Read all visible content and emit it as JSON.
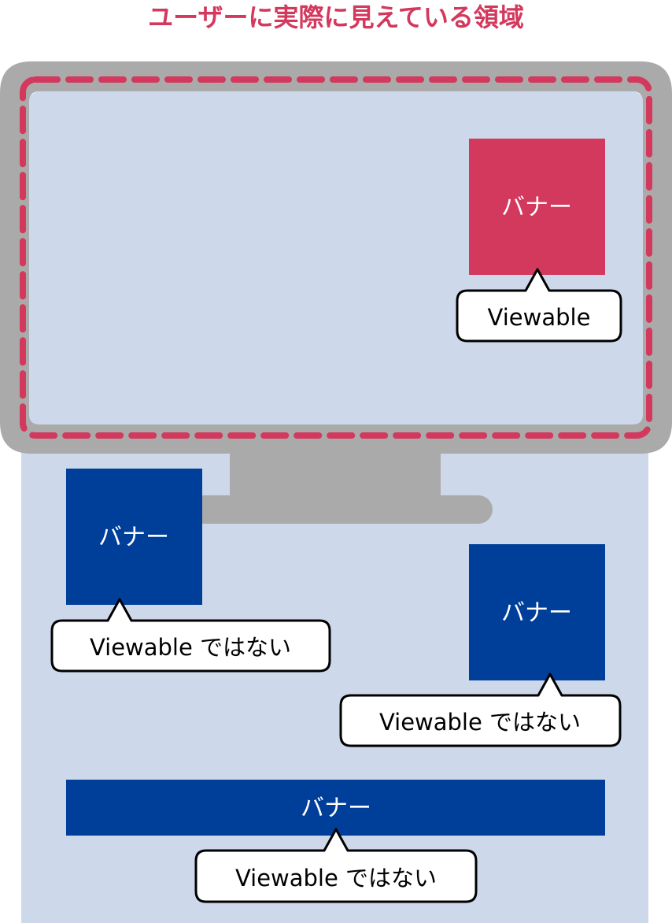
{
  "title": "ユーザーに実際に見えている領域",
  "colors": {
    "accent_pink": "#d3385d",
    "banner_blue": "#003f99",
    "page_bg": "#cdd9ea",
    "monitor_gray": "#aaaaaa",
    "callout_border": "#000000",
    "callout_fill": "#ffffff",
    "banner_text": "#ffffff"
  },
  "banners": {
    "visible": {
      "label": "バナー",
      "callout": "Viewable"
    },
    "left": {
      "label": "バナー",
      "callout": "Viewable ではない"
    },
    "right": {
      "label": "バナー",
      "callout": "Viewable ではない"
    },
    "bottom": {
      "label": "バナー",
      "callout": "Viewable ではない"
    }
  }
}
